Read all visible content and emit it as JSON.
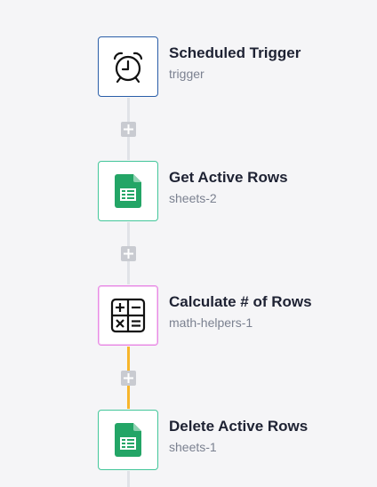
{
  "steps": [
    {
      "title": "Scheduled Trigger",
      "subtitle": "trigger",
      "icon": "alarm-clock-icon"
    },
    {
      "title": "Get Active Rows",
      "subtitle": "sheets-2",
      "icon": "google-sheets-icon"
    },
    {
      "title": "Calculate # of Rows",
      "subtitle": "math-helpers-1",
      "icon": "calculator-icon"
    },
    {
      "title": "Delete Active Rows",
      "subtitle": "sheets-1",
      "icon": "google-sheets-icon"
    }
  ],
  "colors": {
    "connector": "#e1e3e8",
    "connector_active": "#f7b52c",
    "trigger_border": "#2a5ea8",
    "sheets_border": "#43c69a",
    "math_border": "#e98be6",
    "sheets_green": "#23a566"
  }
}
